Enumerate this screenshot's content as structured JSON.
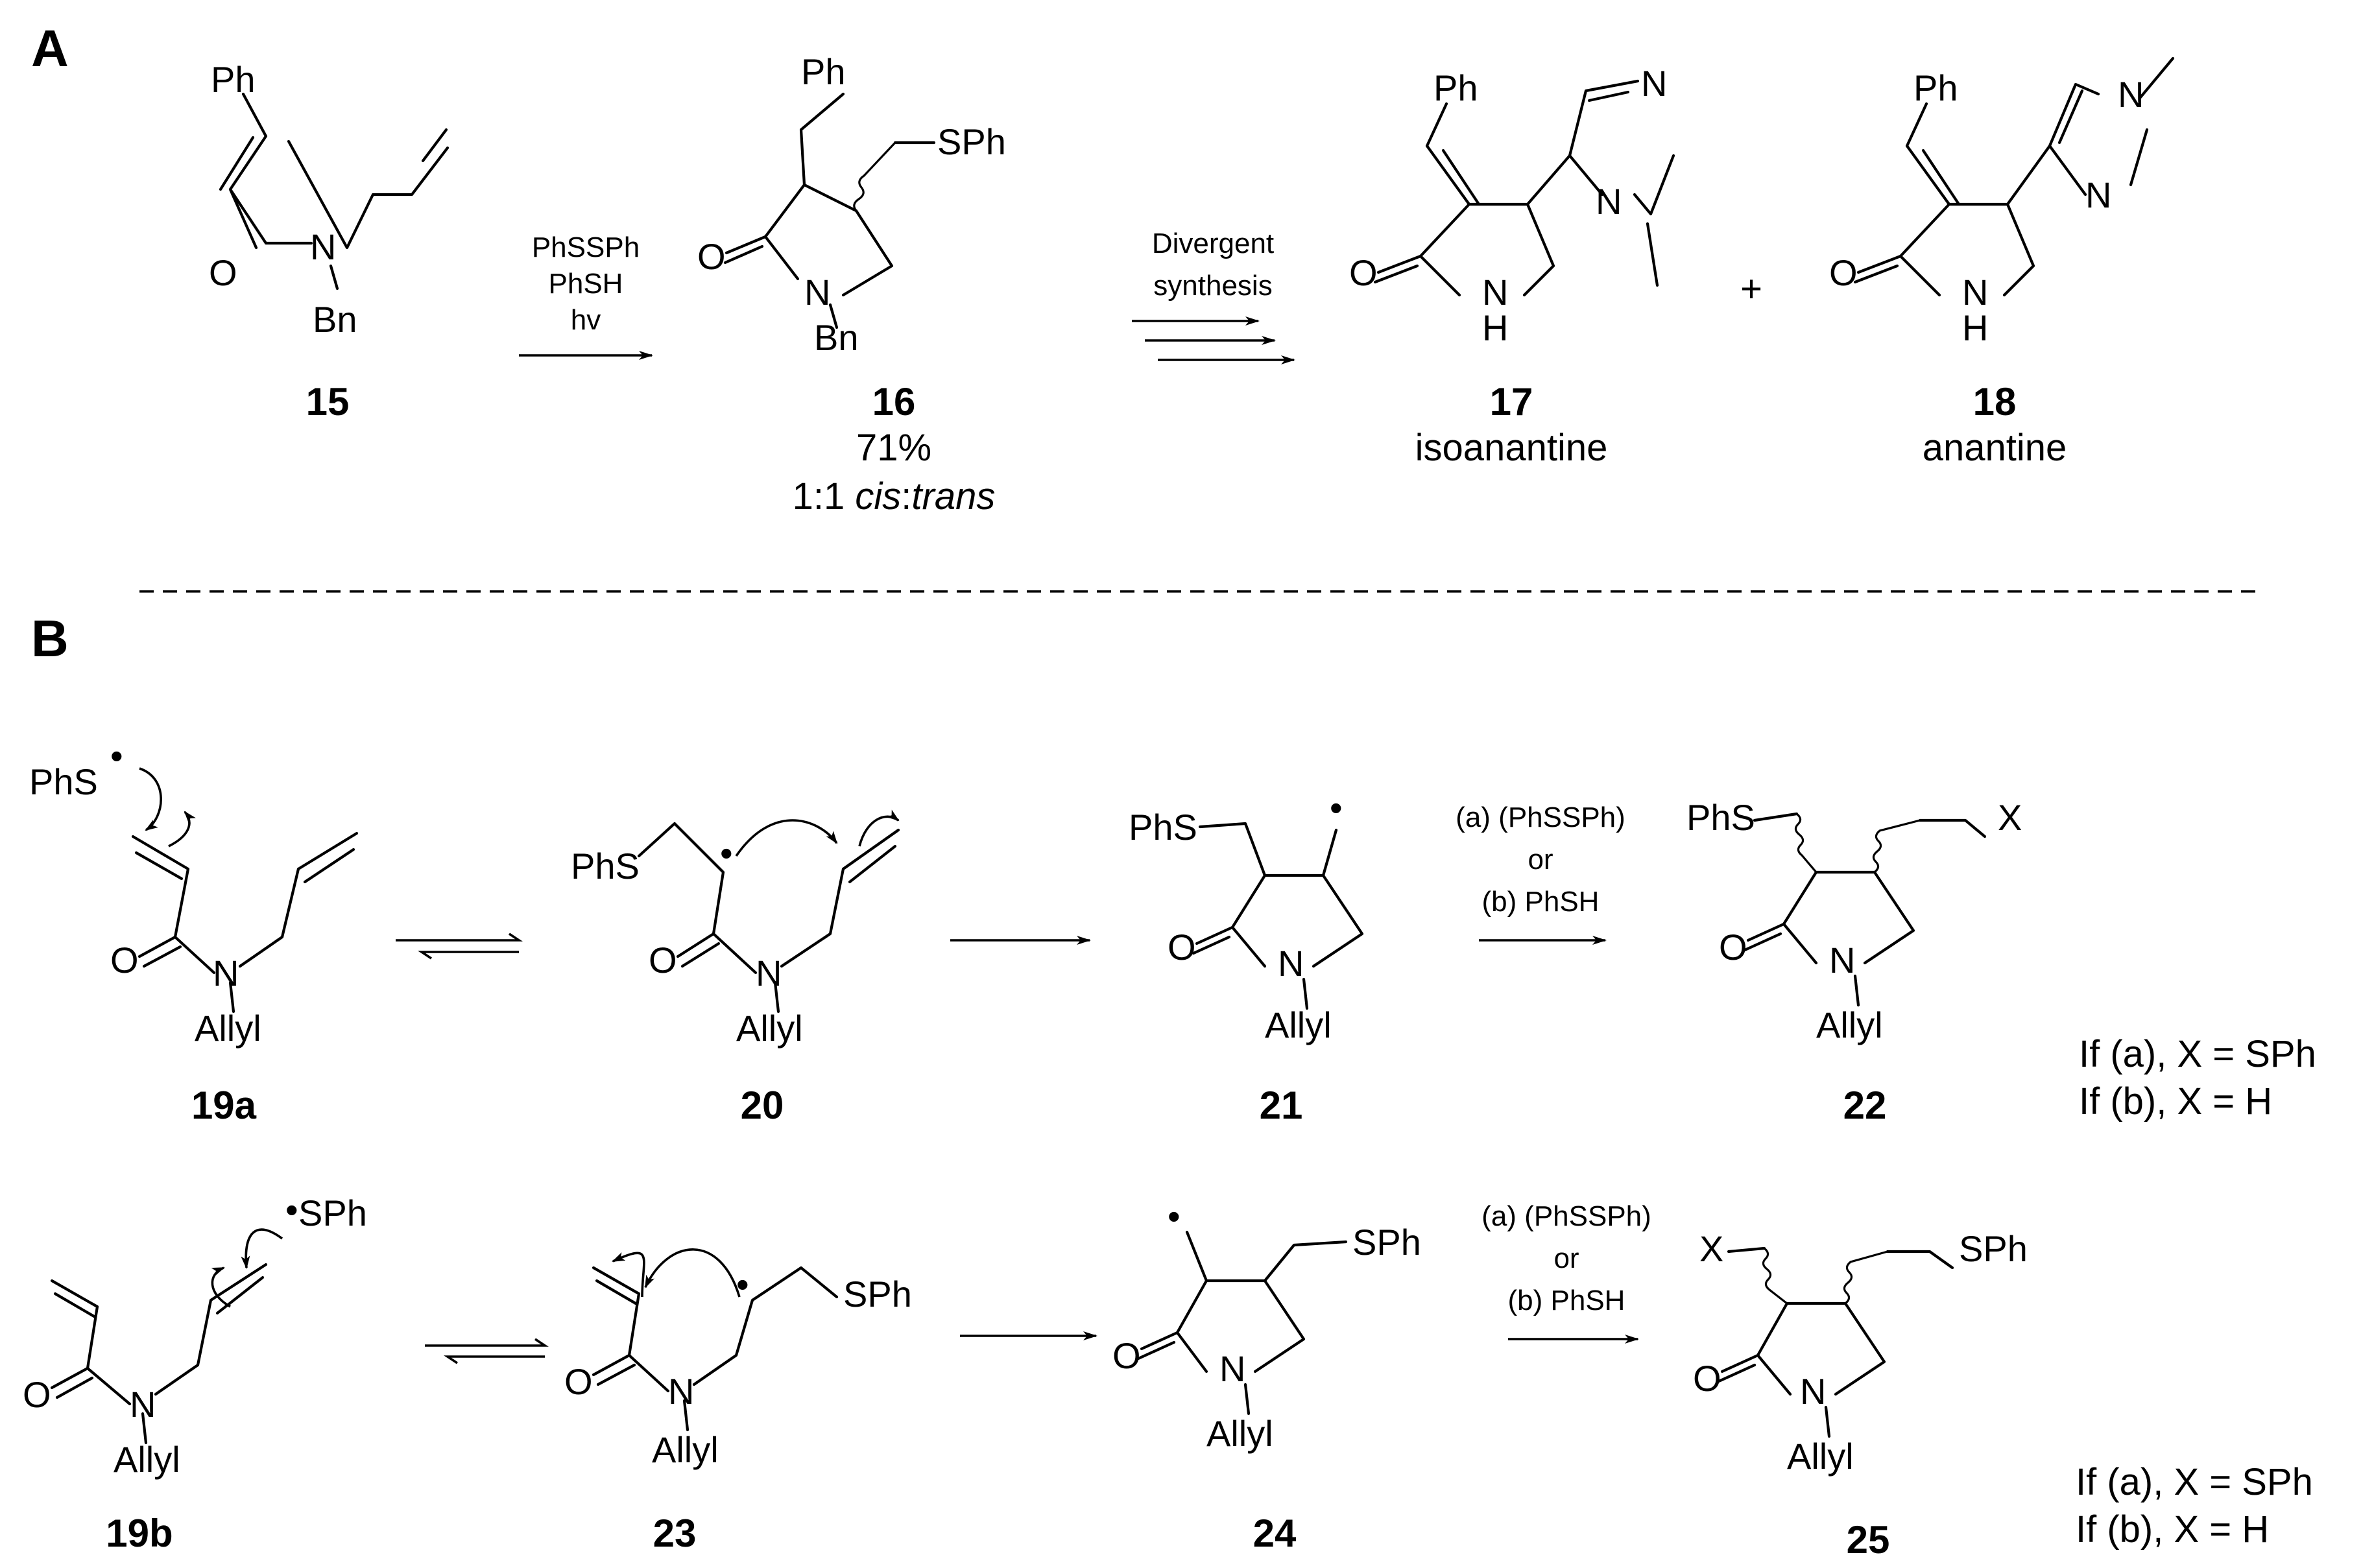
{
  "panels": {
    "a": "A",
    "b": "B"
  },
  "atoms": {
    "Ph": "Ph",
    "O": "O",
    "N": "N",
    "H": "H",
    "Bn": "Bn",
    "SPh": "SPh",
    "PhS": "PhS",
    "Allyl": "Allyl",
    "X": "X"
  },
  "radical_dot": "•",
  "row_a": {
    "c15": {
      "label": "15"
    },
    "cond1": {
      "l1": "PhSSPh",
      "l2": "PhSH",
      "l3": "hv"
    },
    "c16": {
      "label": "16",
      "yield": "71%",
      "ratio_prefix": "1:1 ",
      "ratio_cis": "cis",
      "ratio_colon": ":",
      "ratio_trans": "trans"
    },
    "cond2": {
      "l1": "Divergent",
      "l2": "synthesis"
    },
    "c17": {
      "label": "17",
      "name": "isoanantine"
    },
    "plus": "+",
    "c18": {
      "label": "18",
      "name": "anantine"
    }
  },
  "row_b1": {
    "c19a": {
      "label": "19a"
    },
    "c20": {
      "label": "20"
    },
    "c21": {
      "label": "21"
    },
    "cond": {
      "l1": "(a) (PhSSPh)",
      "l2": "or",
      "l3": "(b) PhSH"
    },
    "c22": {
      "label": "22"
    },
    "note": {
      "l1": "If (a), X = SPh",
      "l2": "If (b), X = H"
    }
  },
  "row_b2": {
    "c19b": {
      "label": "19b"
    },
    "c23": {
      "label": "23"
    },
    "c24": {
      "label": "24"
    },
    "cond": {
      "l1": "(a) (PhSSPh)",
      "l2": "or",
      "l3": "(b) PhSH"
    },
    "c25": {
      "label": "25"
    },
    "note": {
      "l1": "If (a), X = SPh",
      "l2": "If (b), X = H"
    }
  }
}
